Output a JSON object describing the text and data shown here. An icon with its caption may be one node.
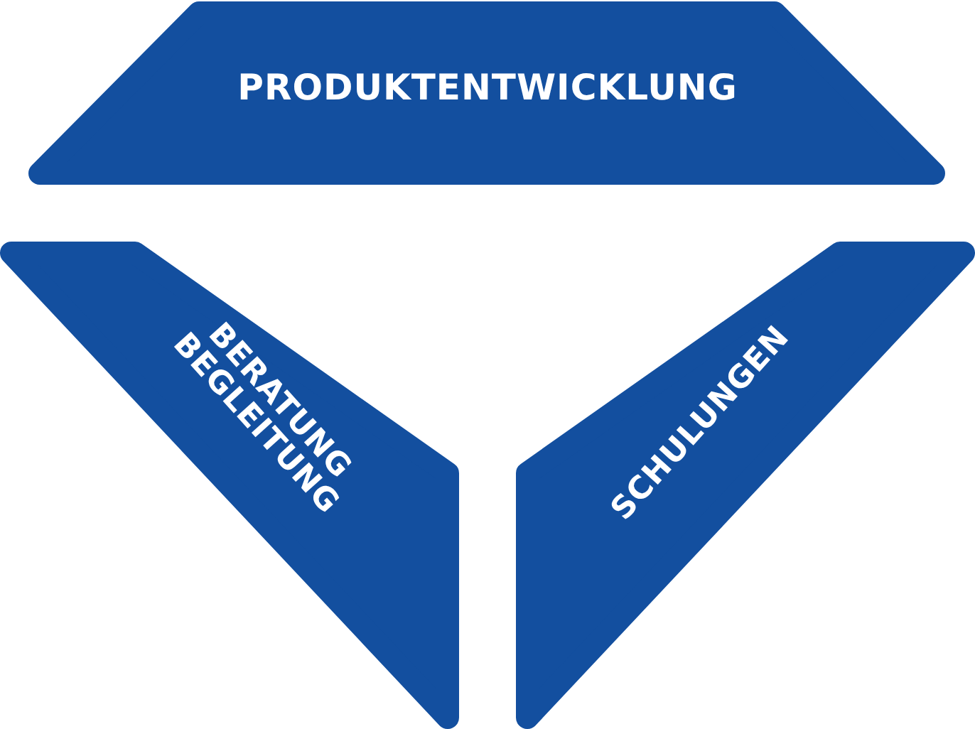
{
  "diagram": {
    "nodes": [
      {
        "text": [
          "PRODUKTENTWICKLUNG"
        ]
      },
      {
        "text": [
          "BERATUNG BEGLEITUNG"
        ]
      },
      {
        "text": [
          "SCHULUNGEN"
        ]
      }
    ]
  }
}
